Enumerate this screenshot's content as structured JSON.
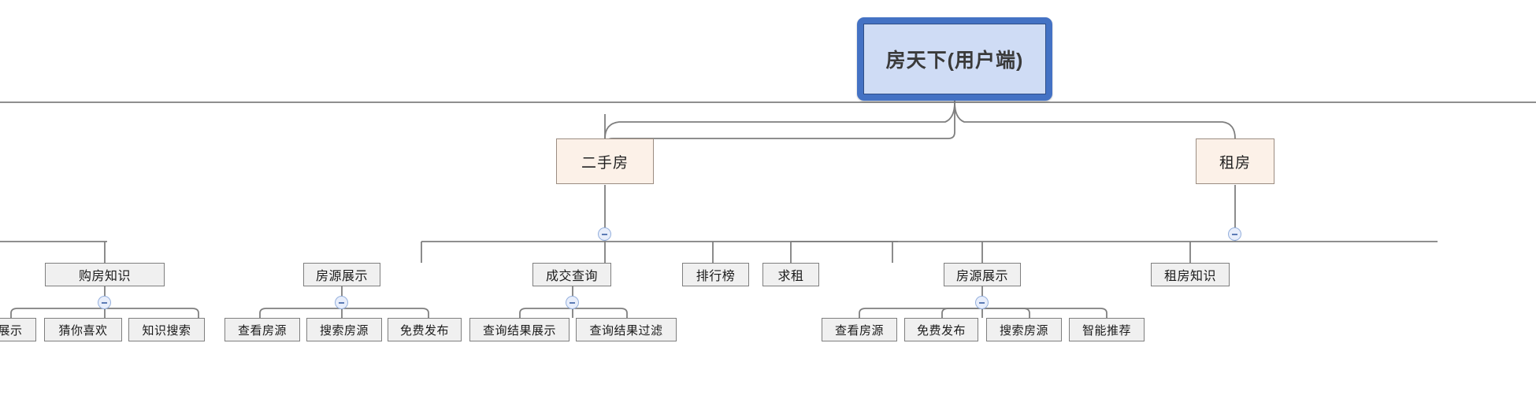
{
  "diagram": {
    "type": "mindmap-tree",
    "title": "房天下(用户端)",
    "colors": {
      "root_border": "#4472c4",
      "root_fill": "#cfdcf5",
      "category_fill": "#fcf1e8",
      "category_border": "#9b8c81",
      "node_fill": "#f0f0f0",
      "node_border": "#7f7f7f",
      "edge": "#7f7f7f",
      "toggle_ring": "#95b0dd",
      "toggle_fill": "#e8eefb"
    },
    "toggle_icon": "minus-collapse-icon"
  },
  "root": {
    "label": "房天下(用户端)"
  },
  "branches": [
    {
      "id": "second-hand",
      "label": "二手房",
      "collapsible": true,
      "children": [
        {
          "id": "buy-knowledge",
          "label": "购房知识",
          "collapsible": true,
          "children": [
            {
              "id": "buy-knowledge-display",
              "label": "展示"
            },
            {
              "id": "guess-you-like",
              "label": "猜你喜欢"
            },
            {
              "id": "knowledge-search",
              "label": "知识搜索"
            }
          ]
        },
        {
          "id": "listing-display-sh",
          "label": "房源展示",
          "collapsible": true,
          "children": [
            {
              "id": "view-listing-sh",
              "label": "查看房源"
            },
            {
              "id": "search-listing-sh",
              "label": "搜索房源"
            },
            {
              "id": "free-publish-sh",
              "label": "免费发布"
            }
          ]
        },
        {
          "id": "deal-query",
          "label": "成交查询",
          "collapsible": true,
          "children": [
            {
              "id": "query-result-display",
              "label": "查询结果展示"
            },
            {
              "id": "query-result-filter",
              "label": "查询结果过滤"
            }
          ]
        },
        {
          "id": "ranking",
          "label": "排行榜",
          "collapsible": false,
          "children": []
        }
      ]
    },
    {
      "id": "rent",
      "label": "租房",
      "collapsible": true,
      "children": [
        {
          "id": "seek-rent",
          "label": "求租",
          "collapsible": false,
          "children": []
        },
        {
          "id": "listing-display-rent",
          "label": "房源展示",
          "collapsible": true,
          "children": [
            {
              "id": "view-listing-rent",
              "label": "查看房源"
            },
            {
              "id": "free-publish-rent",
              "label": "免费发布"
            },
            {
              "id": "search-listing-rent",
              "label": "搜索房源"
            },
            {
              "id": "smart-recommend",
              "label": "智能推荐"
            }
          ]
        },
        {
          "id": "rent-knowledge",
          "label": "租房知识",
          "collapsible": false,
          "children": []
        }
      ]
    }
  ]
}
